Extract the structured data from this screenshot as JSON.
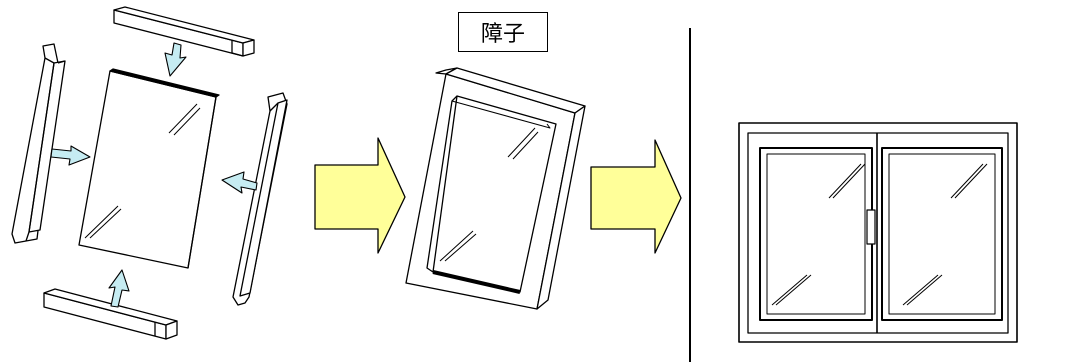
{
  "label": {
    "shoji": "障子"
  },
  "colors": {
    "arrow_fill": "#ffff99",
    "small_arrow_fill": "#c6ecf2",
    "stroke": "#000000",
    "background": "#ffffff"
  },
  "icons": [
    "assembly-arrow",
    "frame-rail",
    "glass-panel",
    "sash-frame",
    "sliding-window"
  ]
}
